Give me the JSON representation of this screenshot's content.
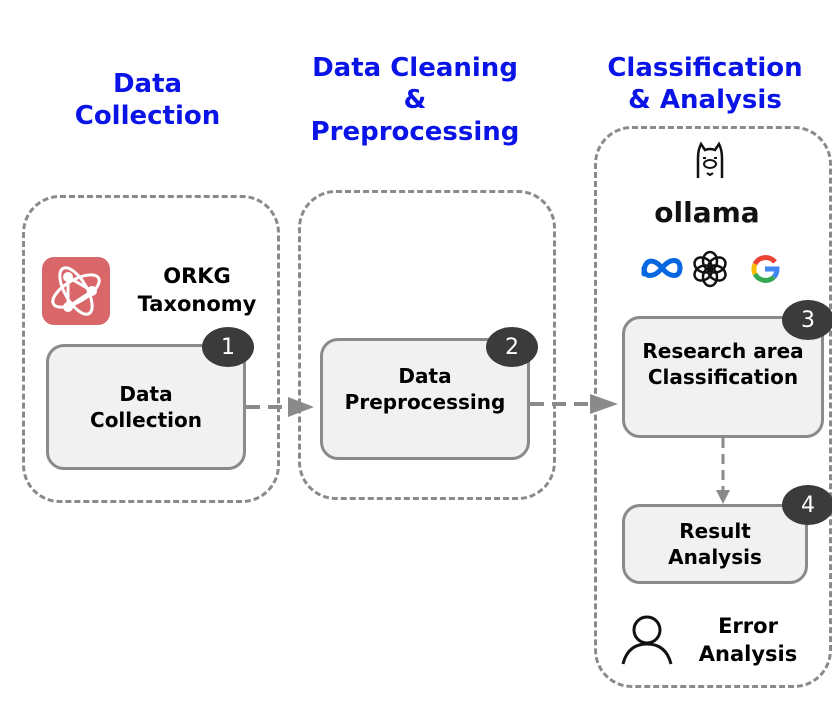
{
  "stages": [
    {
      "title_line1": "Data",
      "title_line2": "Collection"
    },
    {
      "title_line1": "Data Cleaning",
      "title_line2": "&",
      "title_line3": "Preprocessing"
    },
    {
      "title_line1": "Classification",
      "title_line2": "& Analysis"
    }
  ],
  "sources": {
    "orkg_line1": "ORKG",
    "orkg_line2": "Taxonomy",
    "ollama": "ollama"
  },
  "steps": [
    {
      "number": "1",
      "line1": "Data",
      "line2": "Collection"
    },
    {
      "number": "2",
      "line1": "Data",
      "line2": "Preprocessing"
    },
    {
      "number": "3",
      "line1": "Research area",
      "line2": "Classification"
    },
    {
      "number": "4",
      "line1": "Result",
      "line2": "Analysis"
    }
  ],
  "human": {
    "line1": "Error",
    "line2": "Analysis"
  },
  "colors": {
    "title": "#0a14e6",
    "orkg": "#d9676a",
    "meta": "#0668e1",
    "badge": "#3b3b3b"
  }
}
